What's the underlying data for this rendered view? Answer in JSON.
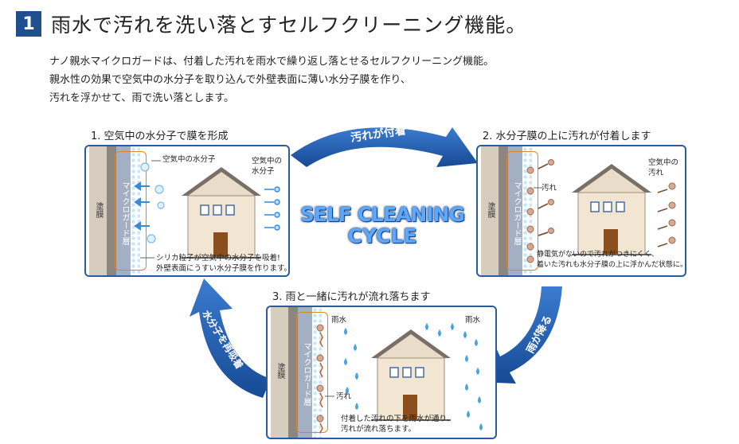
{
  "header": {
    "number": "1",
    "title": "雨水で汚れを洗い落とすセルフクリーニング機能。"
  },
  "description": [
    "ナノ親水マイクロガードは、付着した汚れを雨水で繰り返し落とせるセルフクリーニング機能。",
    "親水性の効果で空気中の水分子を取り込んで外壁表面に薄い水分子膜を作り、",
    "汚れを浮かせて、雨で洗い落とします。"
  ],
  "center_text": {
    "line1": "SELF CLEANING",
    "line2": "CYCLE"
  },
  "arrows": {
    "top": "汚れが付着",
    "right": "雨が降る",
    "left": "水分子を再吸着"
  },
  "layers": {
    "coating": "塗膜",
    "guard": "マイクロガード層"
  },
  "step1": {
    "title": "1. 空気中の水分子で膜を形成",
    "label_vapor": "空気中の水分子",
    "label_air": "空気中の\n水分子",
    "caption": "シリカ粒子が空気中の水分子を吸着!\n外壁表面にうすい水分子膜を作ります。"
  },
  "step2": {
    "title": "2. 水分子膜の上に汚れが付着します",
    "label_dirt": "汚れ",
    "label_air_dirt": "空気中の\n汚れ",
    "caption": "静電気がないので汚れがつきにくく、\n着いた汚れも水分子膜の上に浮かんだ状態に。"
  },
  "step3": {
    "title": "3. 雨と一緒に汚れが流れ落ちます",
    "label_rain1": "雨水",
    "label_rain2": "雨水",
    "label_dirt": "汚れ",
    "caption": "付着した汚れの下を雨水が通り、\n汚れが流れ落ちます。"
  },
  "colors": {
    "accent": "#1f4f8f",
    "frame": "#2a5aa0",
    "arrow": "#1f5fb0",
    "outline": "#e0842a"
  }
}
